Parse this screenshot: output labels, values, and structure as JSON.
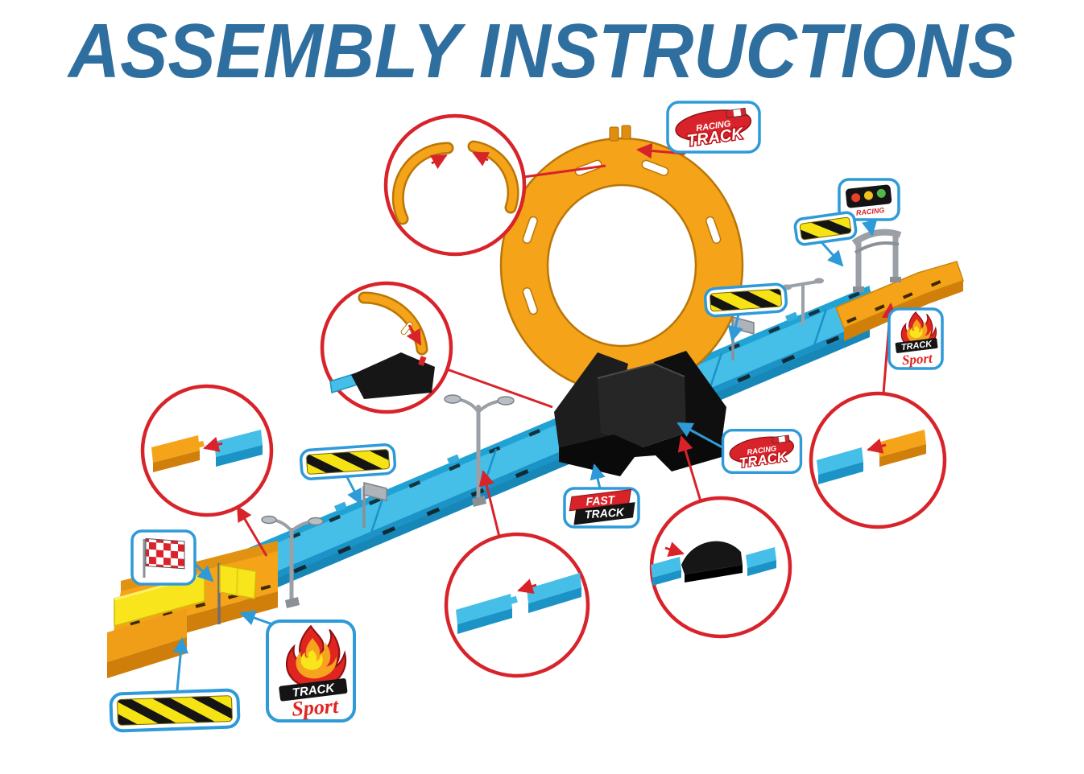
{
  "title": "ASSEMBLY INSTRUCTIONS",
  "badges": {
    "racing_track": {
      "line1": "RACING",
      "line2": "TRACK"
    },
    "fast_track": {
      "line1": "FAST",
      "line2": "TRACK"
    },
    "track_sport": {
      "line1": "TRACK",
      "line2": "Sport"
    },
    "traffic_light": {
      "label": "RACING"
    }
  },
  "colors": {
    "title_blue": "#2f6f9f",
    "track_blue": "#45bee8",
    "track_blue_dark": "#1b93c6",
    "orange": "#f5a318",
    "orange_dark": "#d07f0a",
    "callout_red": "#d8232a",
    "badge_border_blue": "#2e9ad8",
    "hazard_yellow": "#f6e313",
    "flag_yellow": "#f8e51c",
    "base_black": "#161616",
    "pole_gray": "#9aa0a6"
  },
  "icons": {
    "racing_track_logo": "red-swoosh-oval-with-checkered-flag",
    "traffic_light": "black-signal-head-with-red-yellow-green-lights",
    "hazard_stripes": "yellow-black-diagonal-stripes",
    "checkered_flag": "red-white-checkered-flag",
    "flame_logo": "red-orange-yellow-flame",
    "detail_callout": "red-circle-zoom-detail",
    "leader_arrow": "straight-arrow-connector"
  }
}
